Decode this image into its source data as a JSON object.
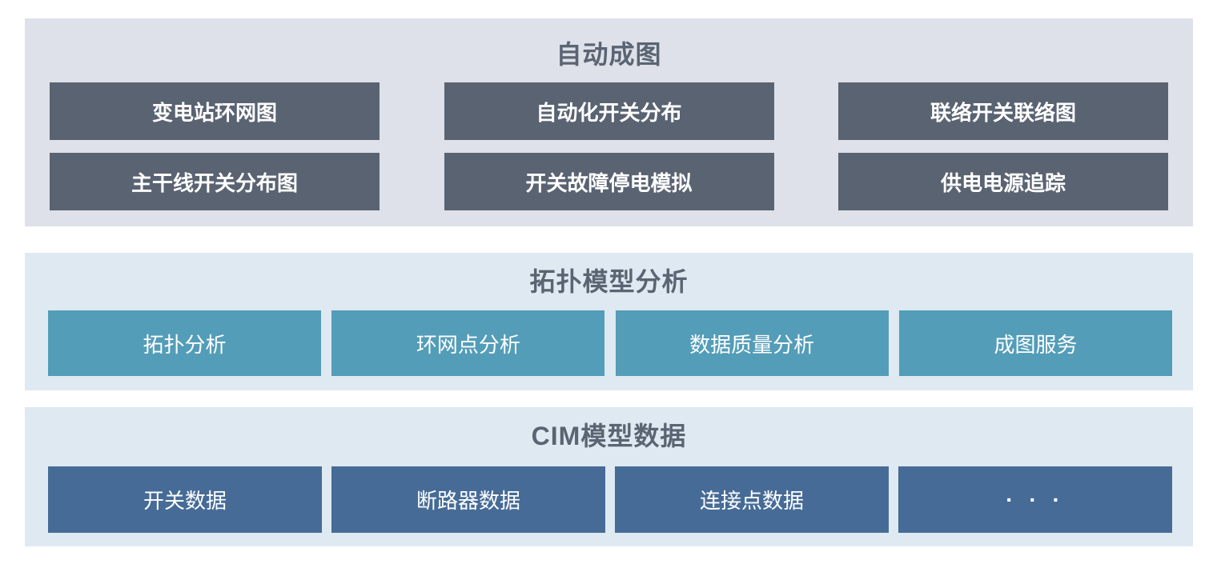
{
  "diagram": {
    "sections": [
      {
        "id": "auto-mapping",
        "title": "自动成图",
        "bg_color": "#dee1e9",
        "box_color": "#5a6372",
        "items": [
          "变电站环网图",
          "自动化开关分布",
          "联络开关联络图",
          "主干线开关分布图",
          "开关故障停电模拟",
          "供电电源追踪"
        ]
      },
      {
        "id": "topology-model-analysis",
        "title": "拓扑模型分析",
        "bg_color": "#dfe9f1",
        "box_color": "#539db8",
        "items": [
          "拓扑分析",
          "环网点分析",
          "数据质量分析",
          "成图服务"
        ]
      },
      {
        "id": "cim-model-data",
        "title": "CIM模型数据",
        "bg_color": "#dfe9f1",
        "box_color": "#466b96",
        "items": [
          "开关数据",
          "断路器数据",
          "连接点数据",
          "· · ·"
        ]
      }
    ],
    "colors": {
      "title_text": "#5a6472",
      "box_text": "#ffffff",
      "page_bg": "#ffffff"
    }
  }
}
